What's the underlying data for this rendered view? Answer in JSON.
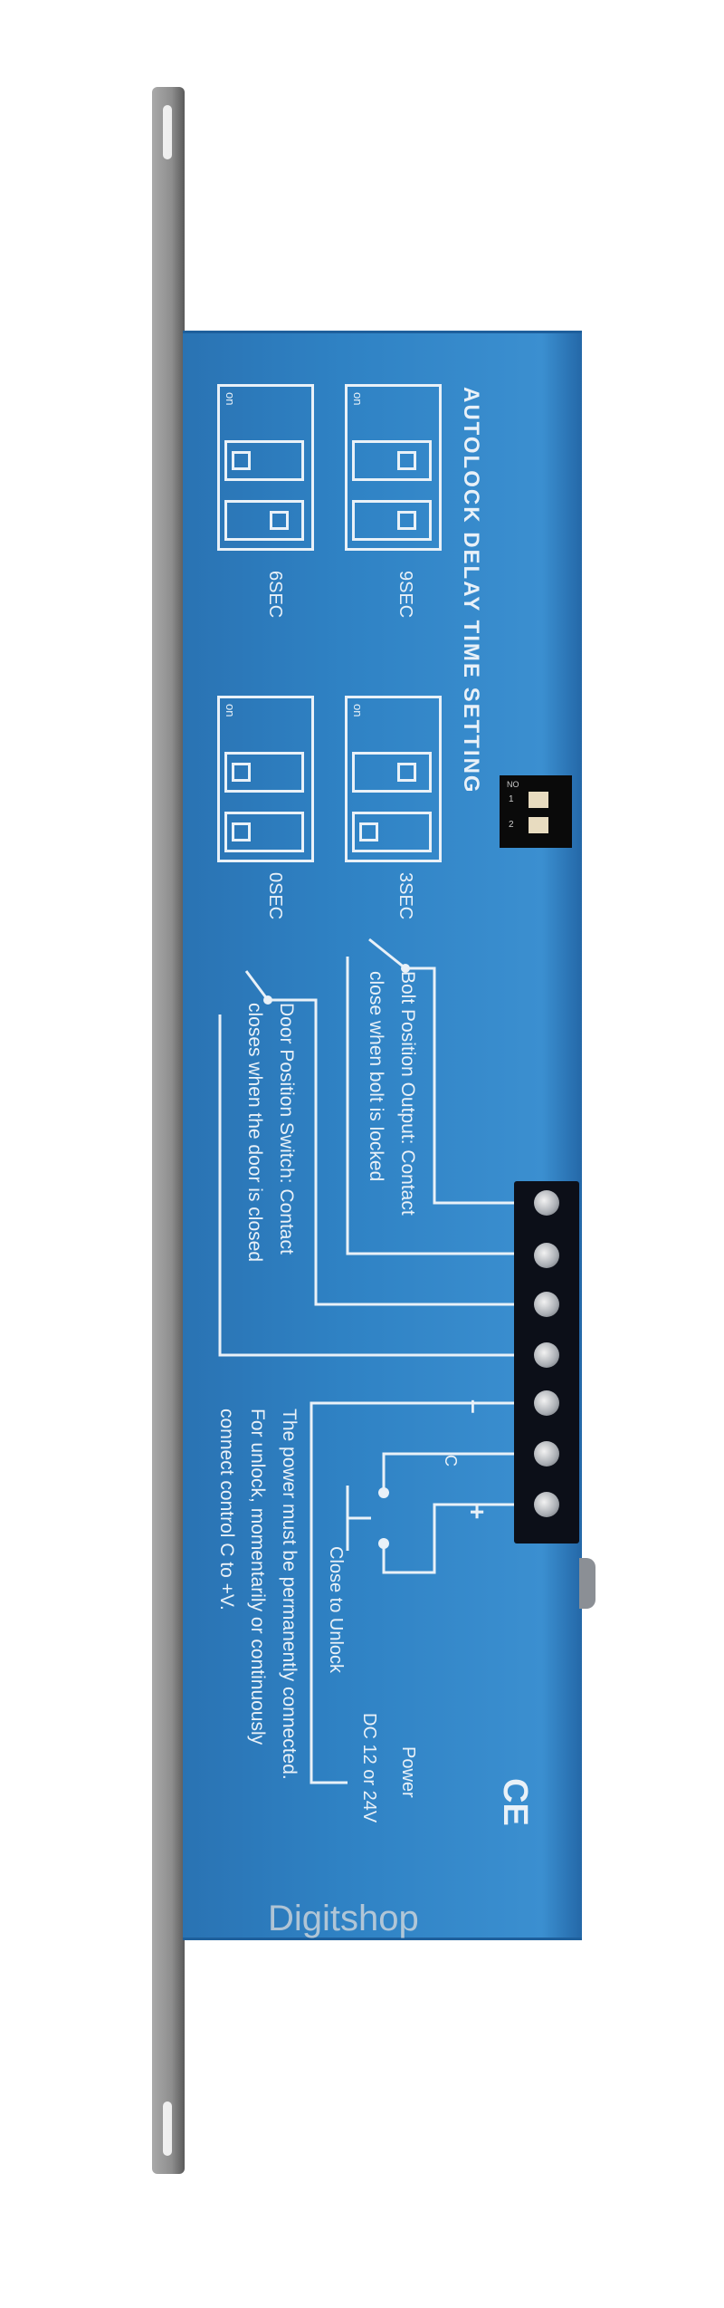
{
  "product": {
    "title": "AUTOLOCK DELAY TIME SETTING",
    "switch_on_label": "on",
    "delay_settings": [
      {
        "label": "9SEC",
        "switch1_on": false,
        "switch2_on": false
      },
      {
        "label": "6SEC",
        "switch1_on": true,
        "switch2_on": false
      },
      {
        "label": "3SEC",
        "switch1_on": false,
        "switch2_on": true
      },
      {
        "label": "0SEC",
        "switch1_on": true,
        "switch2_on": true
      }
    ],
    "bolt_output": [
      "Bolt Position Output: Contact",
      "close when bolt is locked"
    ],
    "door_switch": [
      "Door Position Switch: Contact",
      "closes when the door is closed"
    ],
    "terminal_minus": "–",
    "terminal_c": "C",
    "terminal_plus": "+",
    "close_to_unlock": "Close to Unlock",
    "power": [
      "Power",
      "DC 12 or 24V"
    ],
    "power_note": [
      "The power must be permanently connected.",
      "For unlock, momentarily or continuously",
      "connect control C to +V."
    ],
    "ce_mark": "CE",
    "watermark": "Digitshop",
    "dip_labels": {
      "no": "NO",
      "one": "1",
      "two": "2"
    },
    "colors": {
      "housing": "#2f82c4",
      "plate": "#9a9a9a",
      "terminal": "#0c0f18"
    }
  }
}
